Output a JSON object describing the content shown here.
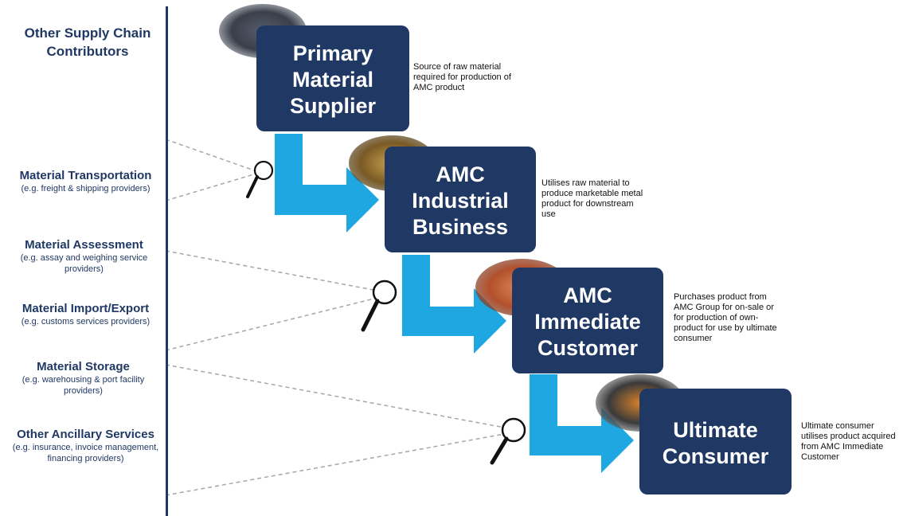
{
  "header": {
    "title": "Other Supply Chain Contributors"
  },
  "contributors": [
    {
      "title": "Material Transportation",
      "subtitle": "(e.g. freight & shipping providers)"
    },
    {
      "title": "Material Assessment",
      "subtitle": "(e.g. assay and weighing service providers)"
    },
    {
      "title": "Material Import/Export",
      "subtitle": "(e.g. customs services providers)"
    },
    {
      "title": "Material Storage",
      "subtitle": "(e.g. warehousing & port facility providers)"
    },
    {
      "title": "Other Ancillary Services",
      "subtitle": "(e.g. insurance, invoice management, financing providers)"
    }
  ],
  "stages": [
    {
      "label": "Primary\nMaterial\nSupplier",
      "description": "Source of raw material required for production of AMC product",
      "image": "raw-ore-photo"
    },
    {
      "label": "AMC\nIndustrial\nBusiness",
      "description": "Utilises raw material to produce marketable metal product for downstream use",
      "image": "metal-bars-photo"
    },
    {
      "label": "AMC\nImmediate\nCustomer",
      "description": "Purchases product from AMC Group for on-sale or for production of own-product for use by ultimate consumer",
      "image": "copper-coil-photo"
    },
    {
      "label": "Ultimate\nConsumer",
      "description": "Ultimate consumer utilises product acquired from AMC Immediate Customer",
      "image": "copper-cables-photo"
    }
  ],
  "icons": {
    "magnifier": "magnifying-glass-icon",
    "arrow": "elbow-arrow-icon"
  },
  "colors": {
    "navy": "#1f3864",
    "arrow": "#1ea7e1",
    "dash": "#a6a6a6"
  }
}
